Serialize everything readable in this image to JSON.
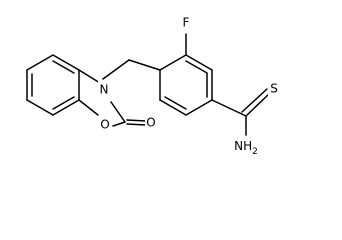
{
  "molecule": {
    "atoms": {
      "fluorine": "F",
      "ring_nitrogen": "N",
      "ring_oxygen": "O",
      "carbonyl_oxygen": "O",
      "thione_sulfur": "S",
      "amine": "NH2"
    }
  }
}
